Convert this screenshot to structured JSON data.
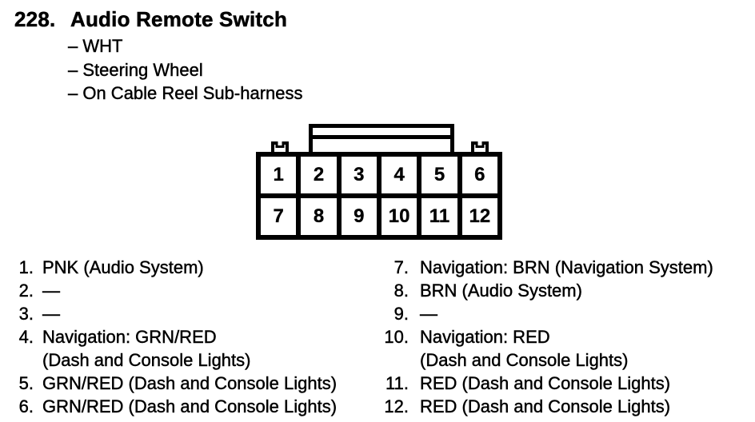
{
  "header": {
    "number": "228.",
    "title": "Audio Remote Switch",
    "details": [
      "– WHT",
      "– Steering Wheel",
      "– On Cable Reel Sub-harness"
    ]
  },
  "connector": {
    "pins": [
      "1",
      "2",
      "3",
      "4",
      "5",
      "6",
      "7",
      "8",
      "9",
      "10",
      "11",
      "12"
    ]
  },
  "pin_list": {
    "left": [
      {
        "num": "1.",
        "line1": "PNK (Audio System)"
      },
      {
        "num": "2.",
        "line1": "—"
      },
      {
        "num": "3.",
        "line1": "—"
      },
      {
        "num": "4.",
        "line1": "Navigation: GRN/RED",
        "line2": "(Dash and Console Lights)"
      },
      {
        "num": "5.",
        "line1": "GRN/RED (Dash and Console Lights)"
      },
      {
        "num": "6.",
        "line1": "GRN/RED (Dash and Console Lights)"
      }
    ],
    "right": [
      {
        "num": "7.",
        "line1": "Navigation: BRN (Navigation System)"
      },
      {
        "num": "8.",
        "line1": "BRN (Audio System)"
      },
      {
        "num": "9.",
        "line1": "—"
      },
      {
        "num": "10.",
        "line1": "Navigation: RED",
        "line2": "(Dash and Console Lights)"
      },
      {
        "num": "11.",
        "line1": "RED (Dash and Console Lights)"
      },
      {
        "num": "12.",
        "line1": "RED (Dash and Console Lights)"
      }
    ]
  },
  "colors": {
    "ink": "#000000",
    "paper": "#ffffff"
  }
}
